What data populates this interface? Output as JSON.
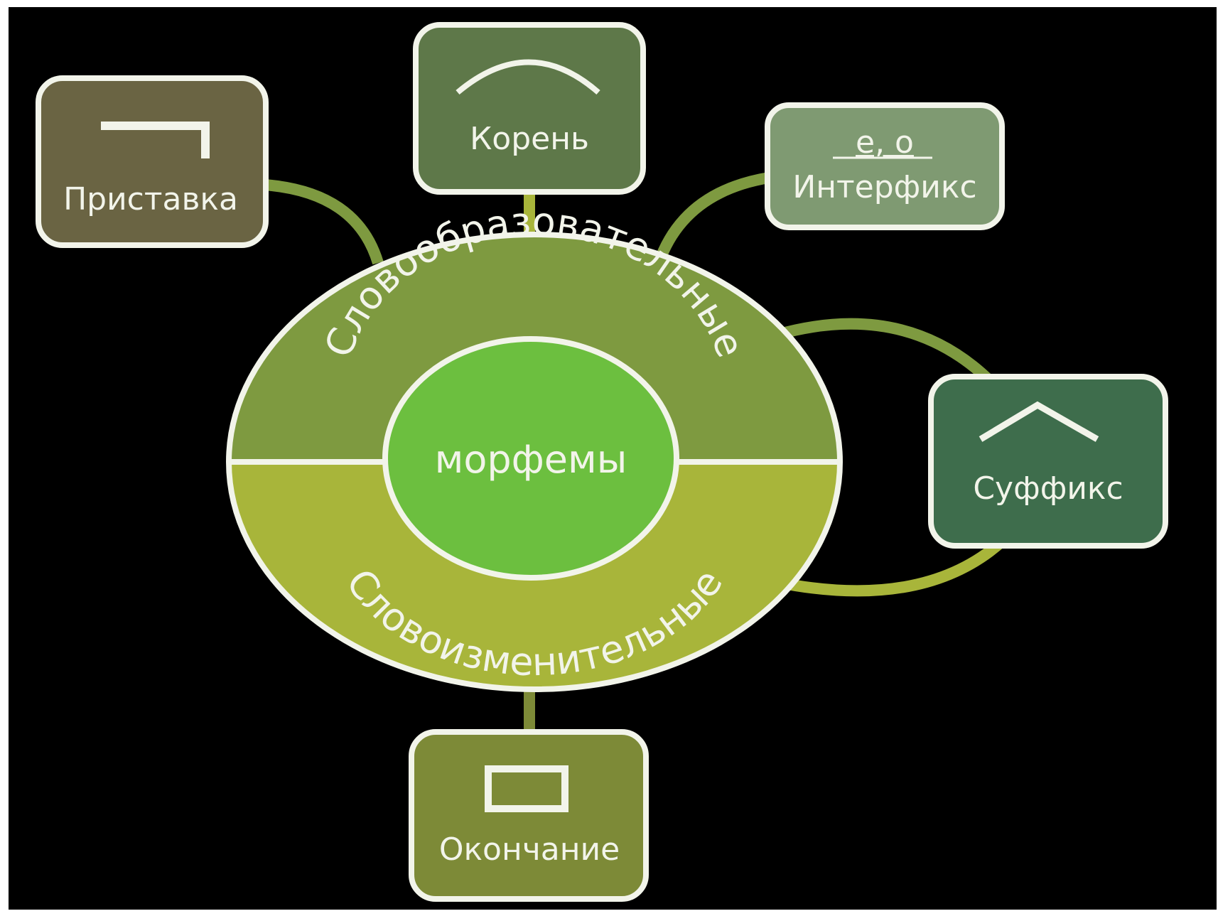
{
  "center": {
    "label": "морфемы",
    "color": "#6cbf3f"
  },
  "upper_ring": {
    "label": "Словообразовательные",
    "color": "#7e9a40"
  },
  "lower_ring": {
    "label": "Словоизменительные",
    "color": "#a8b53a"
  },
  "morphemes": [
    {
      "id": "prefix",
      "label": "Приставка",
      "symbol": "prefix-bracket-icon",
      "color": "#6a6443"
    },
    {
      "id": "root",
      "label": "Корень",
      "symbol": "root-arc-icon",
      "color": "#5e7849"
    },
    {
      "id": "interfix",
      "label": "Интерфикс",
      "symbol_text": "е, о",
      "color": "#7f9a72"
    },
    {
      "id": "suffix",
      "label": "Суффикс",
      "symbol": "suffix-caret-icon",
      "color": "#3e6d4c"
    },
    {
      "id": "ending",
      "label": "Окончание",
      "symbol": "ending-box-icon",
      "color": "#7d8a37"
    }
  ],
  "colors": {
    "background": "#000000",
    "border": "#f2f4ea",
    "connector_upper": "#7e9a40",
    "connector_lower": "#a8b53a"
  }
}
